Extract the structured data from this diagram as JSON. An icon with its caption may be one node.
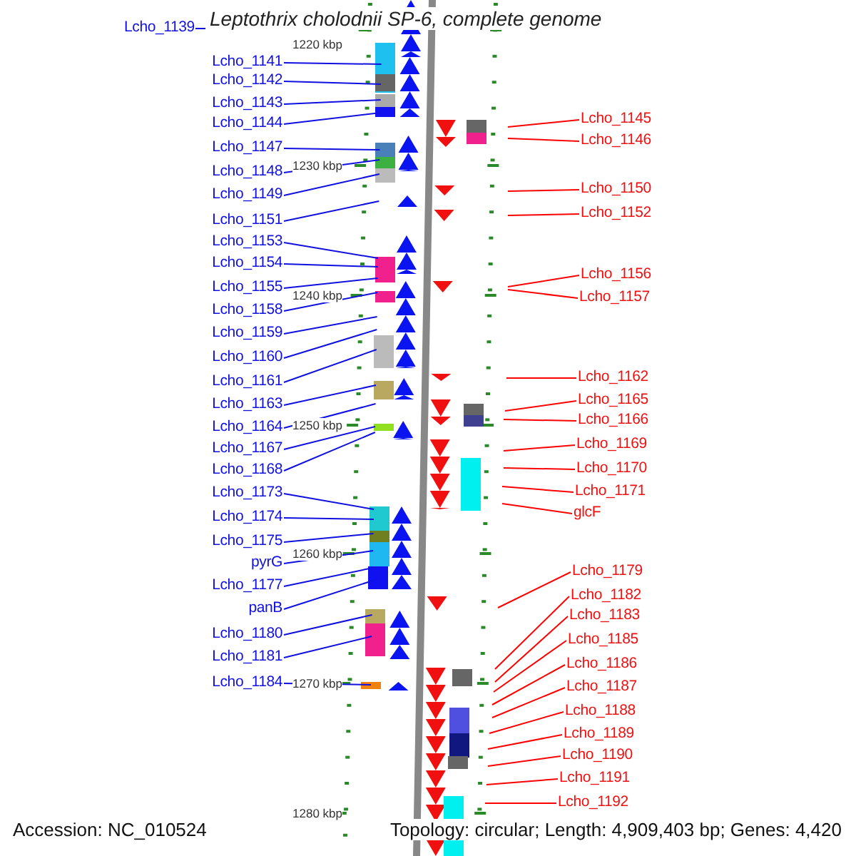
{
  "diagram": {
    "title": "Leptothrix cholodnii SP-6, complete genome",
    "nodes": [
      {
        "text": [
          "Lcho_1139"
        ]
      },
      {
        "text": [
          "Lcho_1141"
        ]
      },
      {
        "text": [
          "Lcho_1142"
        ]
      },
      {
        "text": [
          "Lcho_1143"
        ]
      },
      {
        "text": [
          "Lcho_1144"
        ]
      },
      {
        "text": [
          "Lcho_1147"
        ]
      },
      {
        "text": [
          "Lcho_1148"
        ]
      },
      {
        "text": [
          "Lcho_1149"
        ]
      },
      {
        "text": [
          "Lcho_1151"
        ]
      },
      {
        "text": [
          "Lcho_1153"
        ]
      },
      {
        "text": [
          "Lcho_1154"
        ]
      },
      {
        "text": [
          "Lcho_1155"
        ]
      },
      {
        "text": [
          "Lcho_1158"
        ]
      },
      {
        "text": [
          "Lcho_1159"
        ]
      },
      {
        "text": [
          "Lcho_1160"
        ]
      },
      {
        "text": [
          "Lcho_1161"
        ]
      },
      {
        "text": [
          "Lcho_1163"
        ]
      },
      {
        "text": [
          "Lcho_1164"
        ]
      },
      {
        "text": [
          "Lcho_1167"
        ]
      },
      {
        "text": [
          "Lcho_1168"
        ]
      },
      {
        "text": [
          "Lcho_1173"
        ]
      },
      {
        "text": [
          "Lcho_1174"
        ]
      },
      {
        "text": [
          "Lcho_1175"
        ]
      },
      {
        "text": [
          "pyrG"
        ]
      },
      {
        "text": [
          "Lcho_1177"
        ]
      },
      {
        "text": [
          "panB"
        ]
      },
      {
        "text": [
          "Lcho_1180"
        ]
      },
      {
        "text": [
          "Lcho_1181"
        ]
      },
      {
        "text": [
          "Lcho_1184"
        ]
      },
      {
        "text": [
          "Lcho_1145"
        ]
      },
      {
        "text": [
          "Lcho_1146"
        ]
      },
      {
        "text": [
          "Lcho_1150"
        ]
      },
      {
        "text": [
          "Lcho_1152"
        ]
      },
      {
        "text": [
          "Lcho_1156"
        ]
      },
      {
        "text": [
          "Lcho_1157"
        ]
      },
      {
        "text": [
          "Lcho_1162"
        ]
      },
      {
        "text": [
          "Lcho_1165"
        ]
      },
      {
        "text": [
          "Lcho_1166"
        ]
      },
      {
        "text": [
          "Lcho_1169"
        ]
      },
      {
        "text": [
          "Lcho_1170"
        ]
      },
      {
        "text": [
          "Lcho_1171"
        ]
      },
      {
        "text": [
          "glcF"
        ]
      },
      {
        "text": [
          "Lcho_1179"
        ]
      },
      {
        "text": [
          "Lcho_1182"
        ]
      },
      {
        "text": [
          "Lcho_1183"
        ]
      },
      {
        "text": [
          "Lcho_1185"
        ]
      },
      {
        "text": [
          "Lcho_1186"
        ]
      },
      {
        "text": [
          "Lcho_1187"
        ]
      },
      {
        "text": [
          "Lcho_1188"
        ]
      },
      {
        "text": [
          "Lcho_1189"
        ]
      },
      {
        "text": [
          "Lcho_1190"
        ]
      },
      {
        "text": [
          "Lcho_1191"
        ]
      },
      {
        "text": [
          "Lcho_1192"
        ]
      }
    ],
    "edges": [
      {
        "from": 0,
        "to": null,
        "arrow": "none"
      },
      {
        "from": 1,
        "to": null,
        "arrow": "none"
      },
      {
        "from": 2,
        "to": null,
        "arrow": "none"
      },
      {
        "from": 3,
        "to": null,
        "arrow": "none"
      },
      {
        "from": 4,
        "to": null,
        "arrow": "none"
      },
      {
        "from": 5,
        "to": null,
        "arrow": "none"
      },
      {
        "from": 6,
        "to": null,
        "arrow": "none"
      },
      {
        "from": 7,
        "to": null,
        "arrow": "none"
      },
      {
        "from": 8,
        "to": null,
        "arrow": "none"
      },
      {
        "from": 9,
        "to": null,
        "arrow": "none"
      },
      {
        "from": 10,
        "to": null,
        "arrow": "none"
      },
      {
        "from": 11,
        "to": null,
        "arrow": "none"
      },
      {
        "from": 12,
        "to": null,
        "arrow": "none"
      },
      {
        "from": 13,
        "to": null,
        "arrow": "none"
      },
      {
        "from": 14,
        "to": null,
        "arrow": "none"
      },
      {
        "from": 15,
        "to": null,
        "arrow": "none"
      },
      {
        "from": 16,
        "to": null,
        "arrow": "none"
      },
      {
        "from": 17,
        "to": null,
        "arrow": "none"
      },
      {
        "from": 18,
        "to": null,
        "arrow": "none"
      },
      {
        "from": 19,
        "to": null,
        "arrow": "none"
      },
      {
        "from": 20,
        "to": null,
        "arrow": "none"
      },
      {
        "from": 21,
        "to": null,
        "arrow": "none"
      },
      {
        "from": 22,
        "to": null,
        "arrow": "none"
      },
      {
        "from": 23,
        "to": null,
        "arrow": "none"
      },
      {
        "from": 24,
        "to": null,
        "arrow": "none"
      },
      {
        "from": 25,
        "to": null,
        "arrow": "none"
      },
      {
        "from": 26,
        "to": null,
        "arrow": "none"
      },
      {
        "from": 27,
        "to": null,
        "arrow": "none"
      },
      {
        "from": 28,
        "to": null,
        "arrow": "none"
      },
      {
        "from": 29,
        "to": null,
        "arrow": "none",
        "color": "#ff0000"
      },
      {
        "from": 30,
        "to": null,
        "arrow": "none",
        "color": "#ff0000"
      },
      {
        "from": 31,
        "to": null,
        "arrow": "none",
        "color": "#ff0000"
      },
      {
        "from": 32,
        "to": null,
        "arrow": "none",
        "color": "#ff0000"
      },
      {
        "from": 33,
        "to": null,
        "arrow": "none",
        "color": "#ff0000"
      },
      {
        "from": 34,
        "to": null,
        "arrow": "none",
        "color": "#ff0000"
      },
      {
        "from": 35,
        "to": null,
        "arrow": "none",
        "color": "#ff0000"
      },
      {
        "from": 36,
        "to": null,
        "arrow": "none",
        "color": "#ff0000"
      },
      {
        "from": 37,
        "to": null,
        "arrow": "none",
        "color": "#ff0000"
      },
      {
        "from": 38,
        "to": null,
        "arrow": "none",
        "color": "#ff0000"
      },
      {
        "from": 39,
        "to": null,
        "arrow": "none",
        "color": "#ff0000"
      },
      {
        "from": 40,
        "to": null,
        "arrow": "none",
        "color": "#ff0000"
      },
      {
        "from": 41,
        "to": null,
        "arrow": "none",
        "color": "#ff0000"
      },
      {
        "from": 42,
        "to": null,
        "arrow": "none",
        "color": "#ff0000"
      },
      {
        "from": 43,
        "to": null,
        "arrow": "none",
        "color": "#ff0000"
      },
      {
        "from": 44,
        "to": null,
        "arrow": "none",
        "color": "#ff0000"
      },
      {
        "from": 45,
        "to": null,
        "arrow": "none",
        "color": "#ff0000"
      },
      {
        "from": 46,
        "to": null,
        "arrow": "none",
        "color": "#ff0000"
      },
      {
        "from": 47,
        "to": null,
        "arrow": "none",
        "color": "#ff0000"
      },
      {
        "from": 48,
        "to": null,
        "arrow": "none",
        "color": "#ff0000"
      },
      {
        "from": 49,
        "to": null,
        "arrow": "none",
        "color": "#ff0000"
      },
      {
        "from": 50,
        "to": null,
        "arrow": "none",
        "color": "#ff0000"
      },
      {
        "from": 51,
        "to": null,
        "arrow": "none",
        "color": "#ff0000"
      },
      {
        "from": 52,
        "to": null,
        "arrow": "none",
        "color": "#ff0000"
      }
    ],
    "labels": [
      "1220 kbp",
      "1230 kbp",
      "1240 kbp",
      "1250 kbp",
      "1260 kbp",
      "1270 kbp",
      "1280 kbp",
      "Accession: NC_010524",
      "Topology: circular; Length: 4,909,403 bp; Genes: 4,420"
    ]
  }
}
